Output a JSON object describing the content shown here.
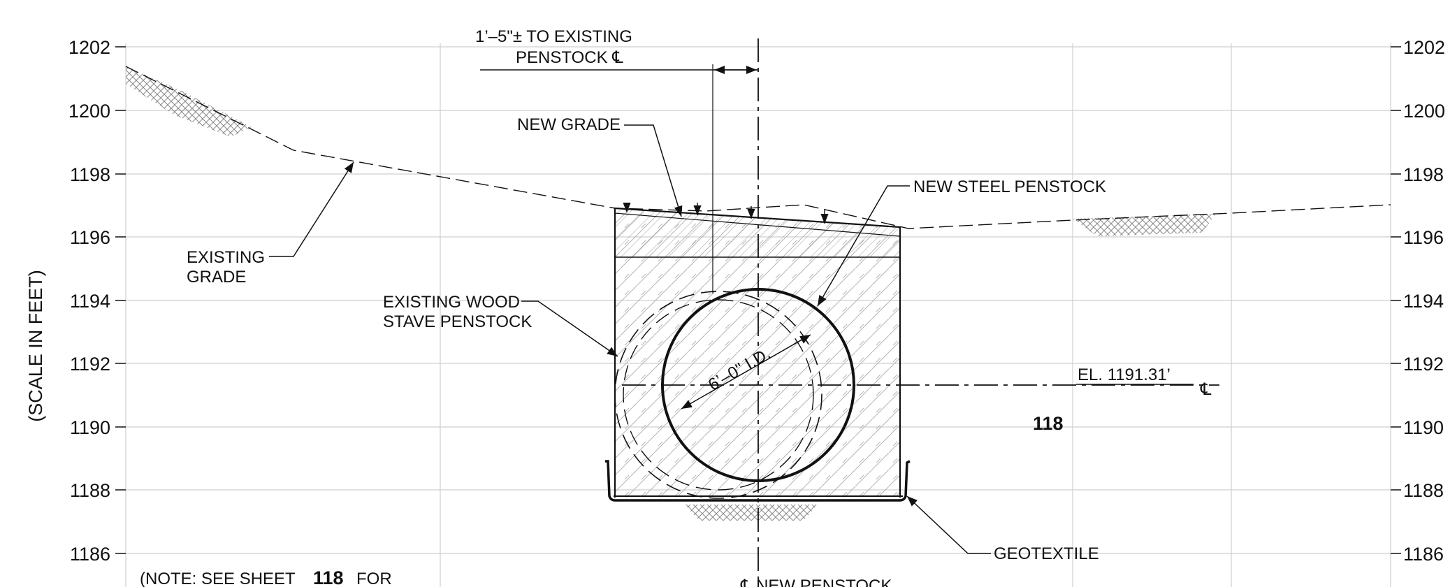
{
  "axis": {
    "label": "(SCALE IN FEET)",
    "ticks": [
      "1202",
      "1200",
      "1198",
      "1196",
      "1194",
      "1192",
      "1190",
      "1188",
      "1186"
    ]
  },
  "labels": {
    "offset_line1": "1’–5\"± TO EXISTING",
    "offset_line2": "PENSTOCK ℄",
    "new_grade": "NEW GRADE",
    "new_steel_penstock": "NEW STEEL PENSTOCK",
    "existing_grade_1": "EXISTING",
    "existing_grade_2": "GRADE",
    "existing_wood_1": "EXISTING WOOD",
    "existing_wood_2": "STAVE PENSTOCK",
    "diameter": "6’–0\" I.D.",
    "elevation": "EL. 1191.31’",
    "centerline_symbol": "℄",
    "sheet_ref": "118",
    "geotextile": "GEOTEXTILE",
    "note_prefix": "(NOTE: SEE SHEET",
    "note_sheet": "118",
    "note_suffix": "FOR",
    "new_penstock_cl": "℄ NEW PENSTOCK"
  }
}
